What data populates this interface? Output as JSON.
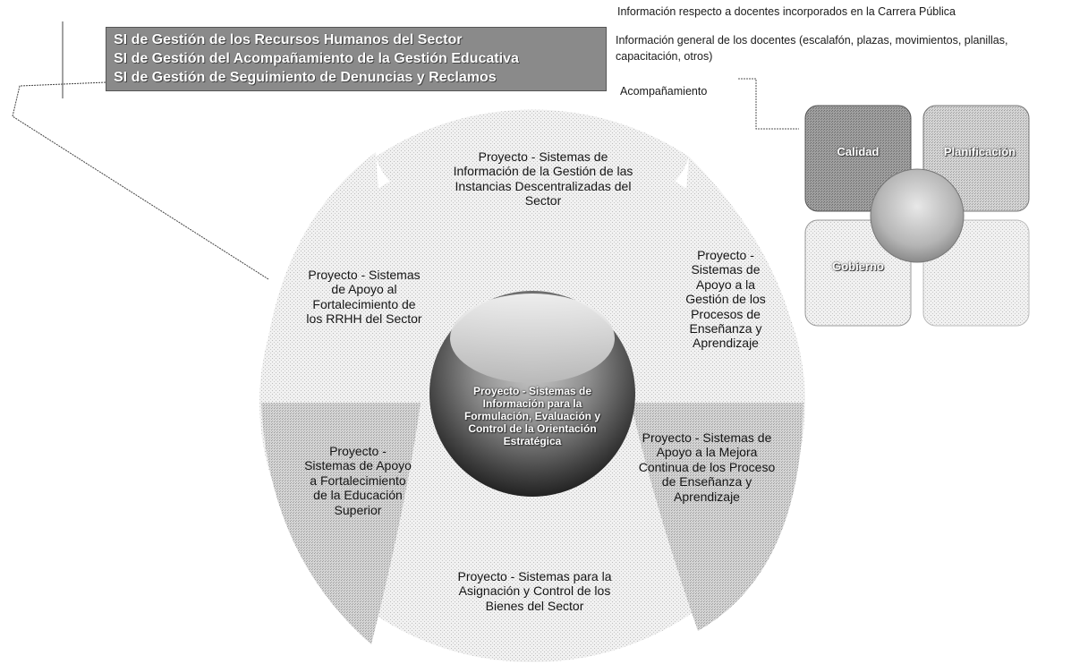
{
  "systems_box": {
    "lines": [
      "SI de Gestión de los Recursos Humanos del Sector",
      "SI de Gestión del Acompañamiento de la Gestión Educativa",
      "SI de Gestión de Seguimiento de Denuncias y Reclamos"
    ]
  },
  "notes": {
    "carrera": "Información respecto a docentes incorporados en la Carrera Pública",
    "general": "Información general de los docentes (escalafón, plazas, movimientos, planillas, capacitación, otros)",
    "acompanamiento": "Acompañamiento"
  },
  "wheel": {
    "center": "Proyecto - Sistemas de Información para la Formulación, Evaluación y Control de la Orientación Estratégica",
    "top": "Proyecto - Sistemas de Información de la Gestión de las Instancias Descentralizadas del Sector",
    "upper_right": "Proyecto - Sistemas de Apoyo a la Gestión de los Procesos de Enseñanza y Aprendizaje",
    "lower_right": "Proyecto - Sistemas de Apoyo a la Mejora Continua de los Proceso de Enseñanza y Aprendizaje",
    "bottom": "Proyecto - Sistemas para la Asignación y Control de los Bienes del Sector",
    "lower_left": "Proyecto - Sistemas de Apoyo a Fortalecimiento de la Educación Superior",
    "upper_left": "Proyecto - Sistemas de Apoyo al Fortalecimiento de los RRHH del Sector"
  },
  "quadrants": {
    "top_left": "Calidad",
    "top_right": "Planificación",
    "bottom_left": "Gobierno",
    "bottom_right": ""
  }
}
